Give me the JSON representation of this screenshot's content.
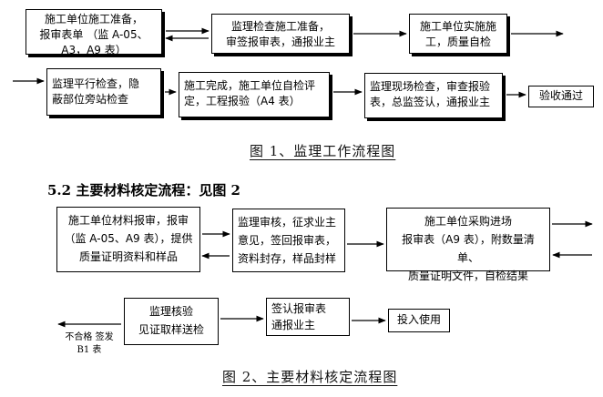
{
  "figure1": {
    "caption": "图 1、监理工作流程图",
    "boxes": {
      "b1": "施工单位施工准备，\n报审表单 （监 A-05、\nA3，A9 表）",
      "b2": "监理检查施工准备，\n审签报审表，通报业主",
      "b3": "施工单位实施施\n工，质量自检",
      "b4": "监理平行检查，隐\n蔽部位旁站检查",
      "b5": "施工完成，施工单位自检评\n定，工程报验（A4 表）",
      "b6": "监理现场检查，审查报验\n表，总监签认，通报业主",
      "b7": "验收通过"
    }
  },
  "section_title": "5.2 主要材料核定流程：见图 2",
  "figure2": {
    "caption": "图 2、主要材料核定流程图",
    "boxes": {
      "c1": "施工单位材料报审，报审\n（监 A-05、A9 表），提供\n质量证明资料和样品",
      "c2": "监理审核，征求业主\n意见，签回报审表，\n资料封存，样品封样",
      "c3": "施工单位采购进场\n报审表（A9 表），附数量清单、\n质量证明文件，自检结果",
      "c4": "监理核验\n见证取样送检",
      "c5": "签认报审表\n通报业主",
      "c6": "投入使用"
    },
    "reject_note": "不合格\n签发 B1 表"
  }
}
